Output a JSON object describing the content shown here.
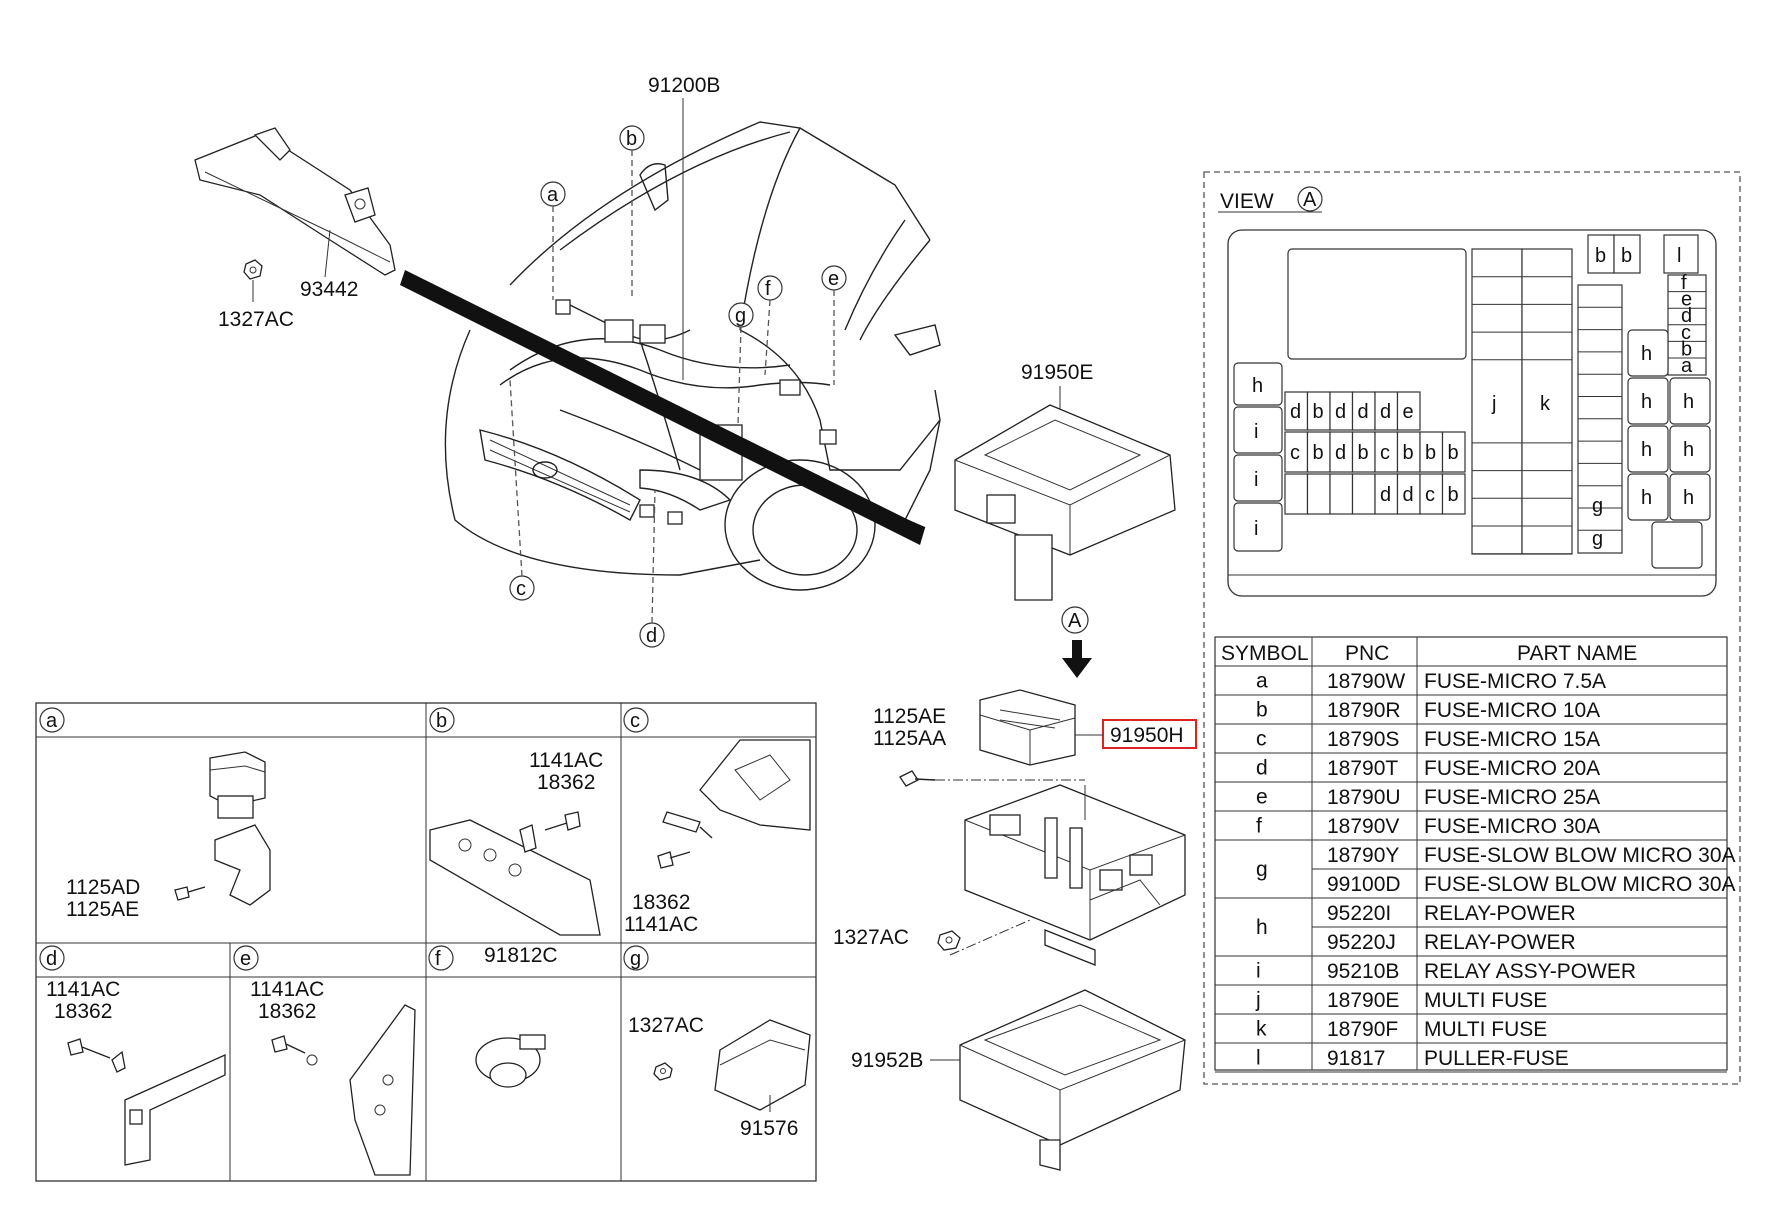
{
  "labels": {
    "harness_main": "91200B",
    "bracket": "93442",
    "nut_top": "1327AC",
    "cover": "91950E",
    "relay_box": "91950H",
    "bolt_1": "1125AE",
    "bolt_2": "1125AA",
    "nut_mid": "1327AC",
    "lower_cover": "91952B",
    "view_arrow": "A"
  },
  "callouts": [
    "a",
    "b",
    "c",
    "d",
    "e",
    "f",
    "g"
  ],
  "details": {
    "a": {
      "letter": "a",
      "parts": [
        "1125AD",
        "1125AE"
      ]
    },
    "b": {
      "letter": "b",
      "parts": [
        "1141AC",
        "18362"
      ]
    },
    "c": {
      "letter": "c",
      "parts": [
        "18362",
        "1141AC"
      ]
    },
    "d": {
      "letter": "d",
      "parts": [
        "1141AC",
        "18362"
      ]
    },
    "e": {
      "letter": "e",
      "parts": [
        "1141AC",
        "18362"
      ]
    },
    "f": {
      "letter": "f",
      "parts": [
        "91812C"
      ]
    },
    "g": {
      "letter": "g",
      "parts": [
        "1327AC",
        "91576"
      ]
    }
  },
  "view": {
    "title": "VIEW",
    "circle": "A",
    "top_right": [
      "b",
      "b",
      "l"
    ],
    "col_right_small": [
      "f",
      "e",
      "d",
      "c",
      "b",
      "a"
    ],
    "h_pairs": [
      [
        "h",
        ""
      ],
      [
        "h",
        "h"
      ],
      [
        "h",
        "h"
      ],
      [
        "h",
        "h"
      ]
    ],
    "left_col": [
      "h",
      "i",
      "i",
      "i"
    ],
    "row1": [
      "d",
      "b",
      "d",
      "d",
      "d",
      "e"
    ],
    "row2": [
      "c",
      "b",
      "d",
      "b",
      "c",
      "b",
      "b",
      "b"
    ],
    "row3": [
      "",
      "",
      "",
      "",
      "d",
      "d",
      "c",
      "b"
    ],
    "multi": [
      "j",
      "k"
    ],
    "g_cells": [
      "g",
      "g"
    ]
  },
  "table": {
    "headers": [
      "SYMBOL",
      "PNC",
      "PART NAME"
    ],
    "rows": [
      {
        "symbol": "a",
        "pnc": [
          "18790W"
        ],
        "names": [
          "FUSE-MICRO 7.5A"
        ]
      },
      {
        "symbol": "b",
        "pnc": [
          "18790R"
        ],
        "names": [
          "FUSE-MICRO 10A"
        ]
      },
      {
        "symbol": "c",
        "pnc": [
          "18790S"
        ],
        "names": [
          "FUSE-MICRO 15A"
        ]
      },
      {
        "symbol": "d",
        "pnc": [
          "18790T"
        ],
        "names": [
          "FUSE-MICRO 20A"
        ]
      },
      {
        "symbol": "e",
        "pnc": [
          "18790U"
        ],
        "names": [
          "FUSE-MICRO 25A"
        ]
      },
      {
        "symbol": "f",
        "pnc": [
          "18790V"
        ],
        "names": [
          "FUSE-MICRO 30A"
        ]
      },
      {
        "symbol": "g",
        "pnc": [
          "18790Y",
          "99100D"
        ],
        "names": [
          "FUSE-SLOW BLOW MICRO 30A",
          "FUSE-SLOW BLOW MICRO 30A"
        ]
      },
      {
        "symbol": "h",
        "pnc": [
          "95220I",
          "95220J"
        ],
        "names": [
          "RELAY-POWER",
          "RELAY-POWER"
        ]
      },
      {
        "symbol": "i",
        "pnc": [
          "95210B"
        ],
        "names": [
          "RELAY ASSY-POWER"
        ]
      },
      {
        "symbol": "j",
        "pnc": [
          "18790E"
        ],
        "names": [
          "MULTI FUSE"
        ]
      },
      {
        "symbol": "k",
        "pnc": [
          "18790F"
        ],
        "names": [
          "MULTI FUSE"
        ]
      },
      {
        "symbol": "l",
        "pnc": [
          "91817"
        ],
        "names": [
          "PULLER-FUSE"
        ]
      }
    ]
  }
}
